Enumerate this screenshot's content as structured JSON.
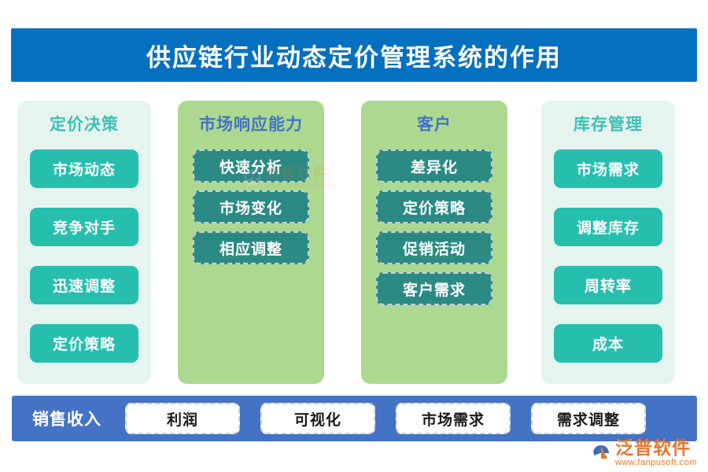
{
  "header": {
    "title": "供应链行业动态定价管理系统的作用",
    "background_color": "#0670C0",
    "text_color": "#FFFFFF"
  },
  "columns": [
    {
      "heading": "定价决策",
      "panel_style": "mint",
      "panel_color": "#E6F4F0",
      "heading_color": "#3BC2B3",
      "chip_style": "solid",
      "chip_color": "#26BFAE",
      "items": [
        "市场动态",
        "竞争对手",
        "迅速调整",
        "定价策略"
      ]
    },
    {
      "heading": "市场响应能力",
      "panel_style": "green",
      "panel_color": "#ADD890",
      "heading_color": "#4472C4",
      "chip_style": "dashed",
      "chip_color": "#2B8A84",
      "items": [
        "快速分析",
        "市场变化",
        "相应调整"
      ]
    },
    {
      "heading": "客户",
      "panel_style": "green",
      "panel_color": "#ADD890",
      "heading_color": "#4472C4",
      "chip_style": "dashed",
      "chip_color": "#2B8A84",
      "items": [
        "差异化",
        "定价策略",
        "促销活动",
        "客户需求"
      ]
    },
    {
      "heading": "库存管理",
      "panel_style": "mint",
      "panel_color": "#E6F4F0",
      "heading_color": "#3BC2B3",
      "chip_style": "solid",
      "chip_color": "#26BFAE",
      "items": [
        "市场需求",
        "调整库存",
        "周转率",
        "成本"
      ]
    }
  ],
  "bottom_bar": {
    "label": "销售收入",
    "background_color": "#4472C4",
    "items": [
      "利润",
      "可视化",
      "市场需求",
      "需求调整"
    ]
  },
  "watermark": {
    "brand": "泛普软件",
    "url": "www.fanpusoft.com",
    "color": "#E8762C"
  }
}
